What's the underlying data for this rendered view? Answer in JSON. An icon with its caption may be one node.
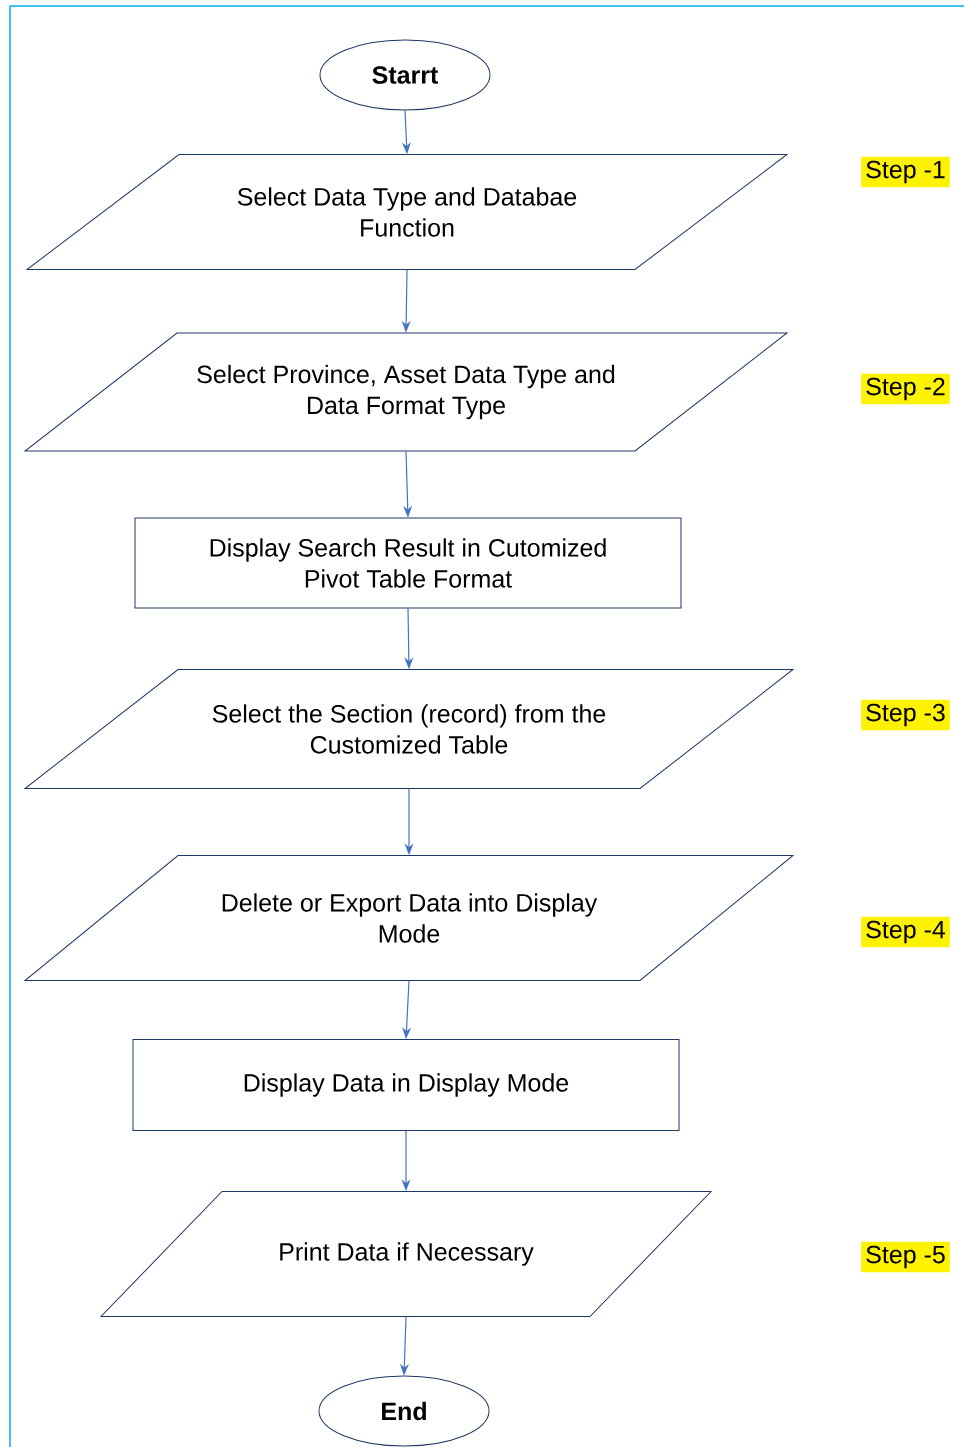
{
  "diagram": {
    "nodes": [
      {
        "text": [
          "Starrt"
        ]
      },
      {
        "text": [
          "Select Data Type and Databae Function"
        ]
      },
      {
        "text": [
          "Select Province, Asset Data Type and Data Format Type"
        ]
      },
      {
        "text": [
          "Display Search Result in Cutomized Pivot Table Format"
        ]
      },
      {
        "text": [
          "Select the Section (record) from the Customized Table"
        ]
      },
      {
        "text": [
          "Delete or Export Data into Display Mode"
        ]
      },
      {
        "text": [
          "Display Data in Display Mode"
        ]
      },
      {
        "text": [
          "Print Data if Necessary"
        ]
      },
      {
        "text": [
          "End"
        ]
      }
    ],
    "edges": [
      {
        "from": 0,
        "to": 1,
        "arrow": "to"
      },
      {
        "from": 1,
        "to": 2,
        "arrow": "to"
      },
      {
        "from": 2,
        "to": 3,
        "arrow": "to"
      },
      {
        "from": 3,
        "to": 4,
        "arrow": "to"
      },
      {
        "from": 4,
        "to": 5,
        "arrow": "to"
      },
      {
        "from": 5,
        "to": 6,
        "arrow": "to"
      },
      {
        "from": 6,
        "to": 7,
        "arrow": "to"
      },
      {
        "from": 7,
        "to": 8,
        "arrow": "to"
      }
    ],
    "labels": [
      "Step -1",
      "Step -2",
      "Step -3",
      "Step -4",
      "Step -5"
    ]
  }
}
